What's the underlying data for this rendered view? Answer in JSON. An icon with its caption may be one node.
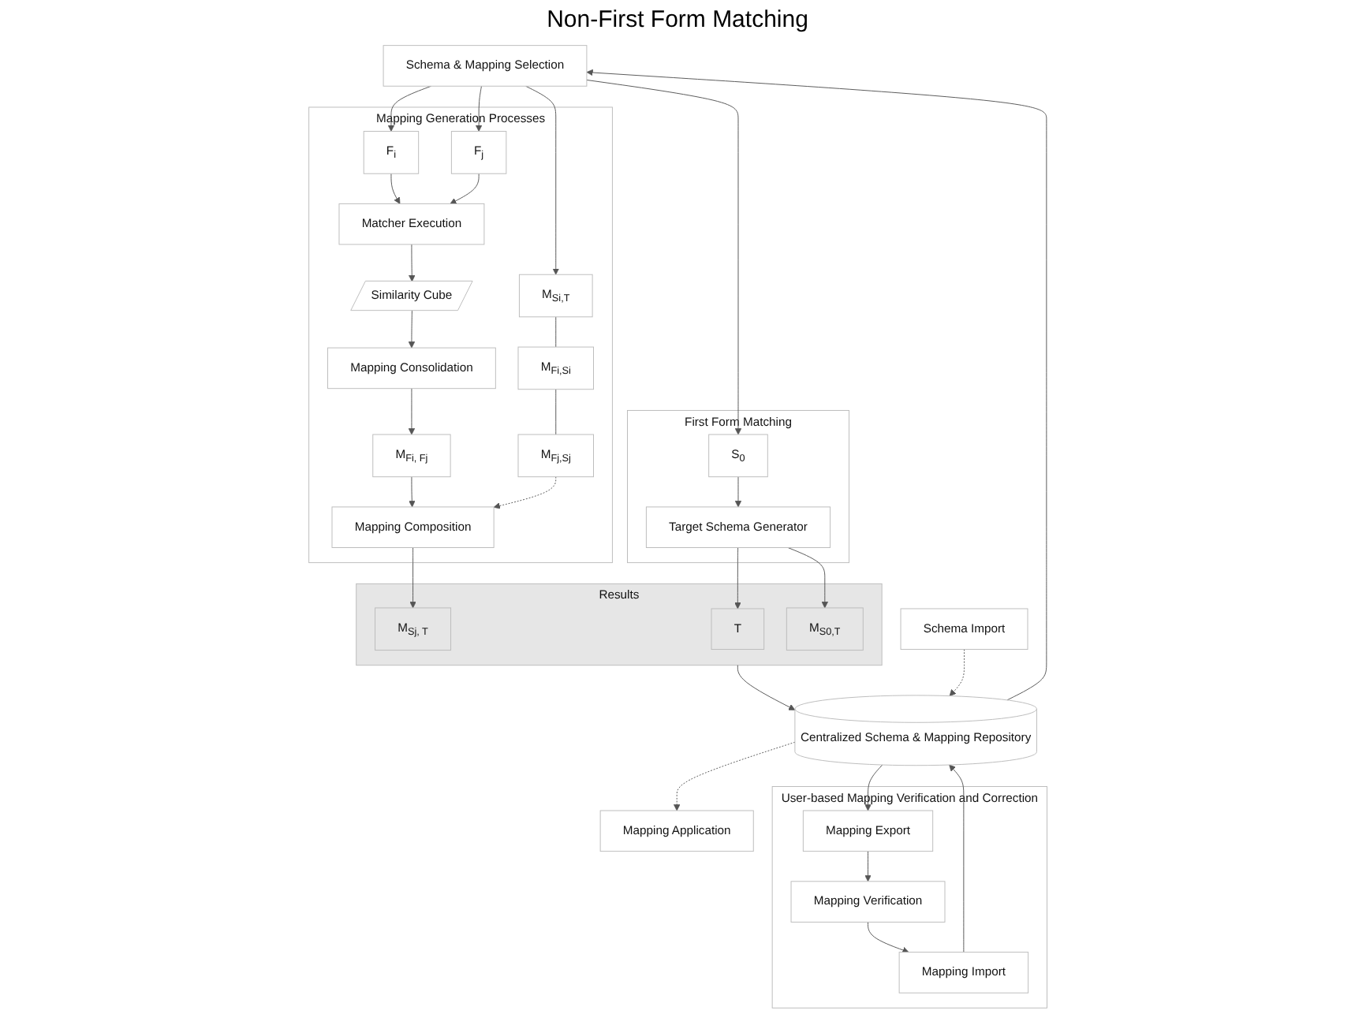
{
  "diagram": {
    "nodes": [
      {
        "text": [
          "Mapping Generation Processes"
        ]
      },
      {
        "text": [
          "F$_{i}$"
        ],
        "in": 0
      },
      {
        "text": [
          "F$_{j}$"
        ],
        "in": 0
      },
      {
        "text": [
          "Matcher Execution"
        ],
        "in": 0
      },
      {
        "text": [
          "Similarity Cube"
        ],
        "in": 0
      },
      {
        "text": [
          "Mapping Consolidation"
        ],
        "in": 0
      },
      {
        "text": [
          "M$_{Fi, Fj}$"
        ],
        "in": 0
      },
      {
        "text": [
          "M$_{Si,T}$"
        ],
        "in": 0
      },
      {
        "text": [
          "M$_{Fi,Si}$"
        ],
        "in": 0
      },
      {
        "text": [
          "M$_{Fj,Sj}$"
        ],
        "in": 0
      },
      {
        "text": [
          "Mapping Composition"
        ],
        "in": 0
      },
      {
        "text": [
          "Schema & Mapping Selection"
        ]
      },
      {
        "text": [
          "First Form Matching"
        ]
      },
      {
        "text": [
          "S$_{0}$"
        ],
        "in": 12
      },
      {
        "text": [
          "Target Schema Generator"
        ],
        "in": 12
      },
      {
        "text": [
          "Results"
        ]
      },
      {
        "text": [
          "T"
        ],
        "in": 15
      },
      {
        "text": [
          "M$_{Sj, T}$"
        ],
        "in": 15
      },
      {
        "text": [
          "M$_{S0,T}$"
        ],
        "in": 15
      },
      {
        "text": [
          "Centralized Schema & Mapping Repository"
        ]
      },
      {
        "text": [
          "Schema Import"
        ]
      },
      {
        "text": [
          "Mapping Application"
        ]
      },
      {
        "text": [
          "User-based Mapping Verification and Correction"
        ]
      },
      {
        "text": [
          "Mapping Export"
        ],
        "in": 22
      },
      {
        "text": [
          "Mapping Verification"
        ],
        "in": 22
      },
      {
        "text": [
          "Mapping Import"
        ],
        "in": 22
      }
    ],
    "edges": [
      {
        "from": 11,
        "to": 1,
        "arrow": "to"
      },
      {
        "from": 11,
        "to": 2,
        "arrow": "to"
      },
      {
        "from": 11,
        "to": 7,
        "arrow": "to"
      },
      {
        "from": 11,
        "to": 13,
        "arrow": "to"
      },
      {
        "from": 1,
        "to": 3,
        "arrow": "to"
      },
      {
        "from": 2,
        "to": 3,
        "arrow": "to"
      },
      {
        "from": 3,
        "to": 4,
        "arrow": "to"
      },
      {
        "from": 4,
        "to": 5,
        "arrow": "to"
      },
      {
        "from": 5,
        "to": 6,
        "arrow": "to"
      },
      {
        "from": 6,
        "to": 10,
        "arrow": "to"
      },
      {
        "from": 7,
        "to": 8,
        "arrow": "none"
      },
      {
        "from": 8,
        "to": 9,
        "arrow": "none"
      },
      {
        "from": 9,
        "to": 10,
        "arrow": "to",
        "style": "dashed"
      },
      {
        "from": 10,
        "to": 17,
        "arrow": "to"
      },
      {
        "from": 13,
        "to": 14,
        "arrow": "to"
      },
      {
        "from": 14,
        "to": 16,
        "arrow": "to"
      },
      {
        "from": 14,
        "to": 18,
        "arrow": "to"
      },
      {
        "from": 15,
        "to": 19,
        "arrow": "to"
      },
      {
        "from": 19,
        "to": 11,
        "arrow": "to"
      },
      {
        "from": 20,
        "to": 19,
        "arrow": "to",
        "style": "dashed"
      },
      {
        "from": 19,
        "to": 21,
        "arrow": "to",
        "style": "dashed"
      },
      {
        "from": 19,
        "to": 23,
        "arrow": "to"
      },
      {
        "from": 25,
        "to": 19,
        "arrow": "to"
      },
      {
        "from": 23,
        "to": 24,
        "arrow": "to"
      },
      {
        "from": 24,
        "to": 25,
        "arrow": "to"
      }
    ],
    "labels": [
      "Non-First Form Matching"
    ]
  }
}
